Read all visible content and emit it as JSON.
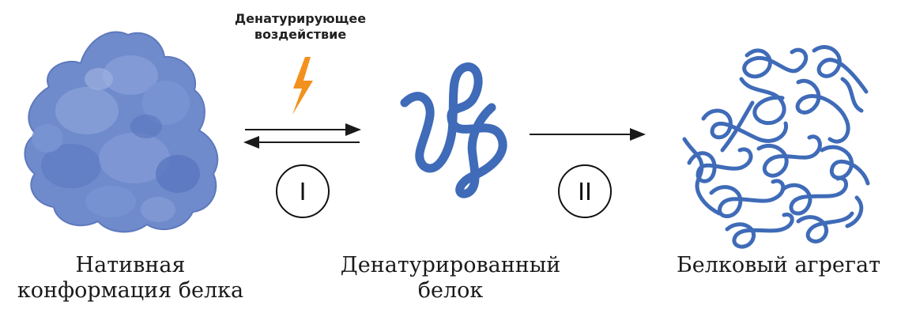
{
  "stimulus": {
    "line1": "Денатурирующее",
    "line2": "воздействие"
  },
  "stages": {
    "native": {
      "line1": "Нативная",
      "line2": "конформация белка"
    },
    "denatured": {
      "line1": "Денатурированный",
      "line2": "белок"
    },
    "aggregate": {
      "line1": "Белковый агрегат"
    }
  },
  "steps": {
    "one": "I",
    "two": "II"
  },
  "colors": {
    "protein_fill": "#6f8bcc",
    "protein_light": "#8aa1d8",
    "protein_dark": "#4f6fb8",
    "chain": "#3f6bb8",
    "bolt": "#f2911e",
    "arrow": "#1a1a1a"
  },
  "icons": [
    "lightning-bolt-icon"
  ]
}
